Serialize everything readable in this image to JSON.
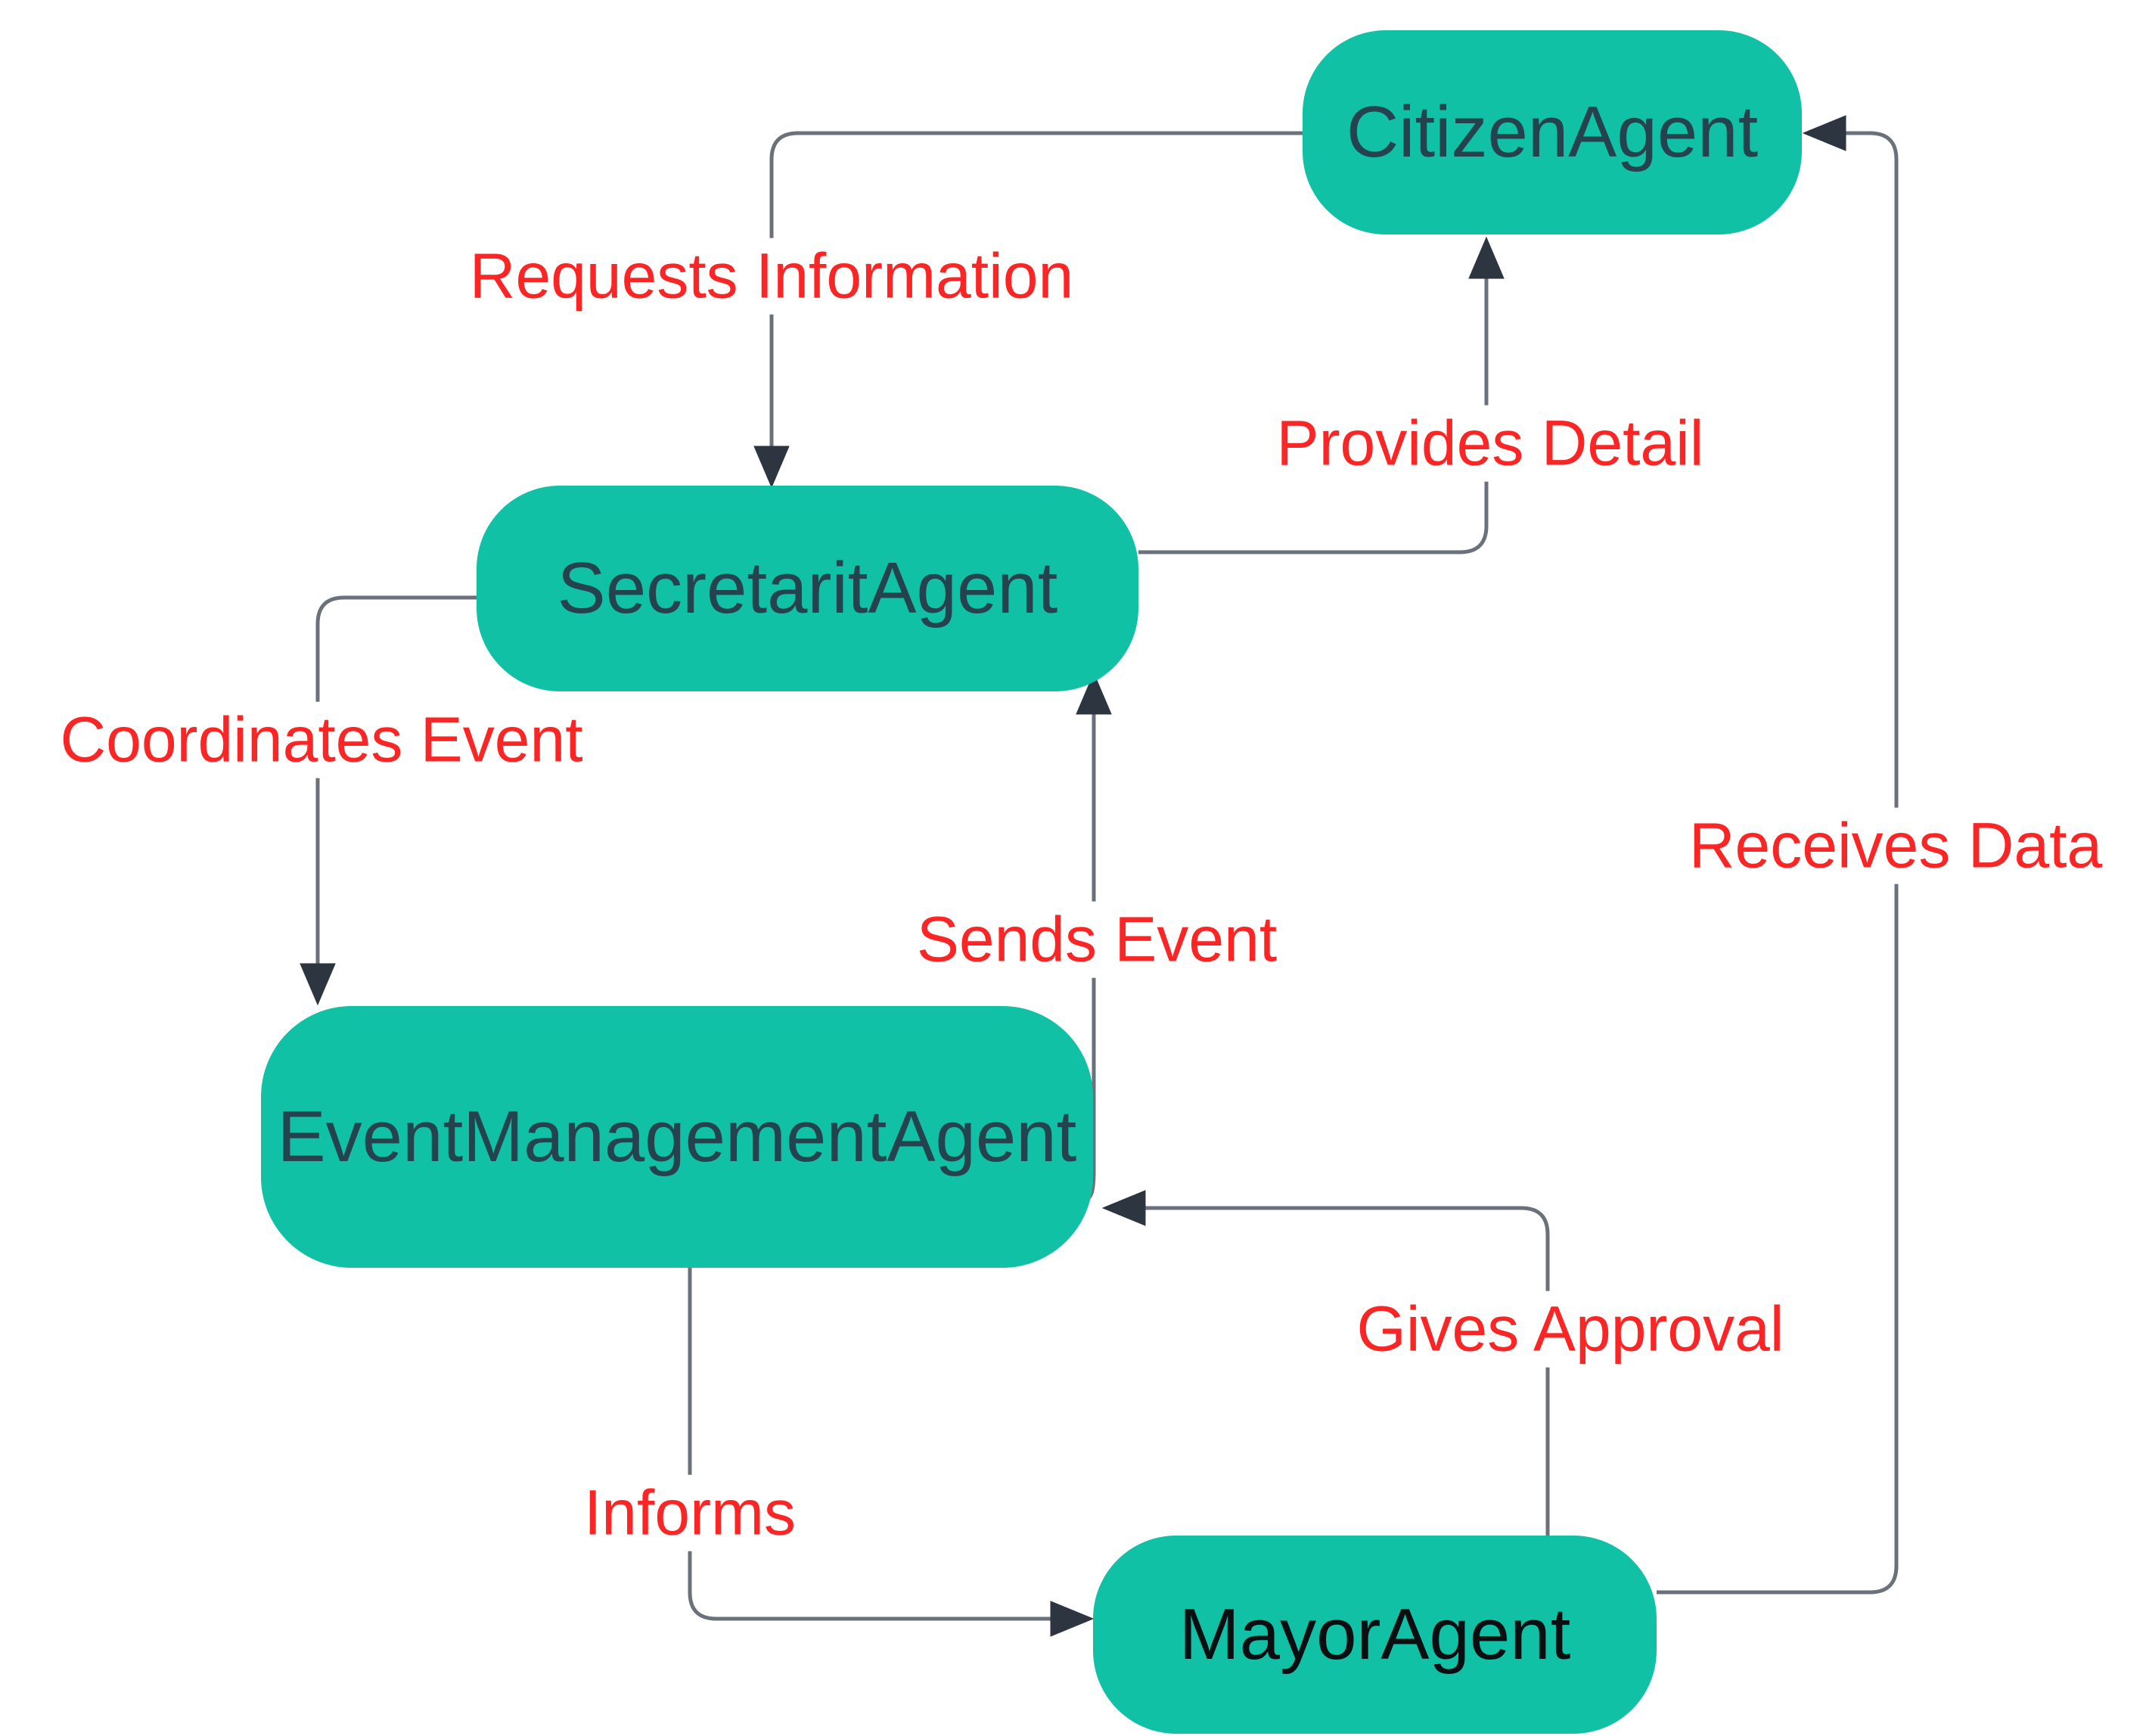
{
  "diagram": {
    "type": "agent-flow-diagram",
    "background_color": "#ffffff",
    "colors": {
      "node_fill": "#10c1a5",
      "node_text": "#24434f",
      "mayor_node_text": "#0b0f12",
      "edge_line": "#6b717a",
      "arrow_head": "#2d3540",
      "edge_label_text": "#fa2626"
    },
    "nodes": [
      {
        "id": "citizen-agent",
        "label": "CitizenAgent"
      },
      {
        "id": "secretarit-agent",
        "label": "SecretaritAgent"
      },
      {
        "id": "event-management-agent",
        "label": "EventManagementAgent"
      },
      {
        "id": "mayor-agent",
        "label": "MayorAgent"
      }
    ],
    "edges": [
      {
        "label": "Requests Information",
        "from": "CitizenAgent",
        "to": "SecretaritAgent"
      },
      {
        "label": "Provides Detail",
        "from": "SecretaritAgent",
        "to": "CitizenAgent"
      },
      {
        "label": "Coordinates Event",
        "from": "SecretaritAgent",
        "to": "EventManagementAgent"
      },
      {
        "label": "Sends Event",
        "from": "EventManagementAgent",
        "to": "SecretaritAgent"
      },
      {
        "label": "Receives Data",
        "from": "MayorAgent",
        "to": "CitizenAgent"
      },
      {
        "label": "Gives Approval",
        "from": "MayorAgent",
        "to": "EventManagementAgent"
      },
      {
        "label": "Informs",
        "from": "EventManagementAgent",
        "to": "MayorAgent"
      }
    ]
  }
}
